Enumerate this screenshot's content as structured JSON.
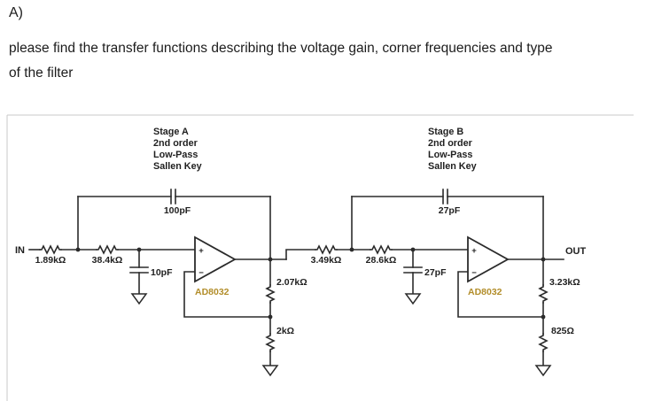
{
  "header": {
    "section_label": "A)",
    "prompt_line1": "please find the transfer functions describing the voltage gain, corner frequencies and type",
    "prompt_line2": "of the filter"
  },
  "colors": {
    "wire": "#2b2b2b",
    "opamp_label": "#b28d2a",
    "frame_border": "#c9c9c9",
    "text": "#1c1c1c"
  },
  "circuit": {
    "in_label": "IN",
    "out_label": "OUT",
    "opamp_plus": "+",
    "opamp_minus": "−",
    "stageA": {
      "title_lines": [
        "Stage A",
        "2nd order",
        "Low-Pass",
        "Sallen Key"
      ],
      "r1": "1.89kΩ",
      "r2": "38.4kΩ",
      "c_feedback": "100pF",
      "c_shunt": "10pF",
      "opamp": "AD8032",
      "r_fb_top": "2.07kΩ",
      "r_fb_bottom": "2kΩ"
    },
    "stageB": {
      "title_lines": [
        "Stage B",
        "2nd order",
        "Low-Pass",
        "Sallen Key"
      ],
      "r1": "3.49kΩ",
      "r2": "28.6kΩ",
      "c_feedback": "27pF",
      "c_shunt": "27pF",
      "opamp": "AD8032",
      "r_fb_top": "3.23kΩ",
      "r_fb_bottom": "825Ω"
    }
  }
}
